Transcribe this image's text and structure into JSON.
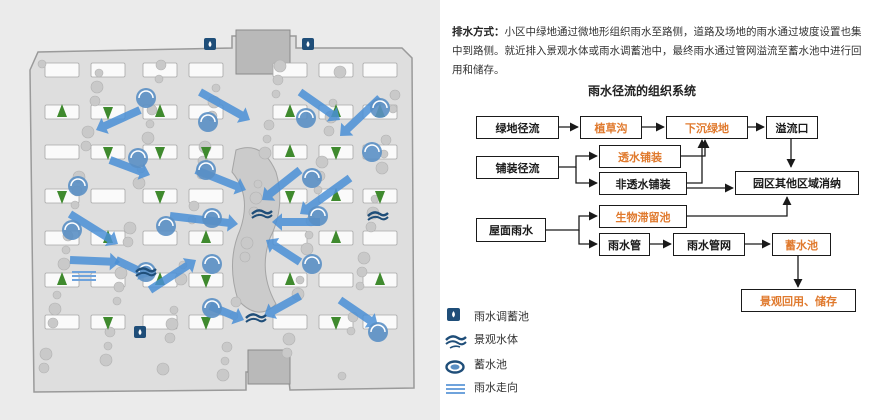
{
  "description": {
    "label": "排水方式：",
    "line1": "小区中绿地通过微地形组织雨水至路侧，道路及场地的雨水通过坡度设置也集",
    "line2": "中到路侧。就近排入景观水体或雨水调蓄池中，最终雨水通过管网溢流至蓄水池中进行回",
    "line3": "用和储存。"
  },
  "flow": {
    "title": "雨水径流的组织系统",
    "nodes": {
      "green_runoff": "绿地径流",
      "grass_swale": "植草沟",
      "sunken_green": "下沉绿地",
      "overflow": "溢流口",
      "paving_runoff": "铺装径流",
      "permeable_paving": "透水铺装",
      "nonpermeable_paving": "非透水铺装",
      "park_absorb": "园区其他区域消纳",
      "roof_rain": "屋面雨水",
      "bio_retention": "生物滞留池",
      "rain_pipe": "雨水管",
      "pipe_network": "雨水管网",
      "storage_pool": "蓄水池",
      "reuse": "景观回用、储存"
    }
  },
  "legend": {
    "regulation_tank": "雨水调蓄池",
    "landscape_water": "景观水体",
    "storage_pool": "蓄水池",
    "flow_direction": "雨水走向"
  },
  "colors": {
    "accent_orange": "#e07a2e",
    "flow_blue": "#4a8fd6",
    "tree_green": "#3f8a2e",
    "icon_navy": "#1f4e79"
  }
}
